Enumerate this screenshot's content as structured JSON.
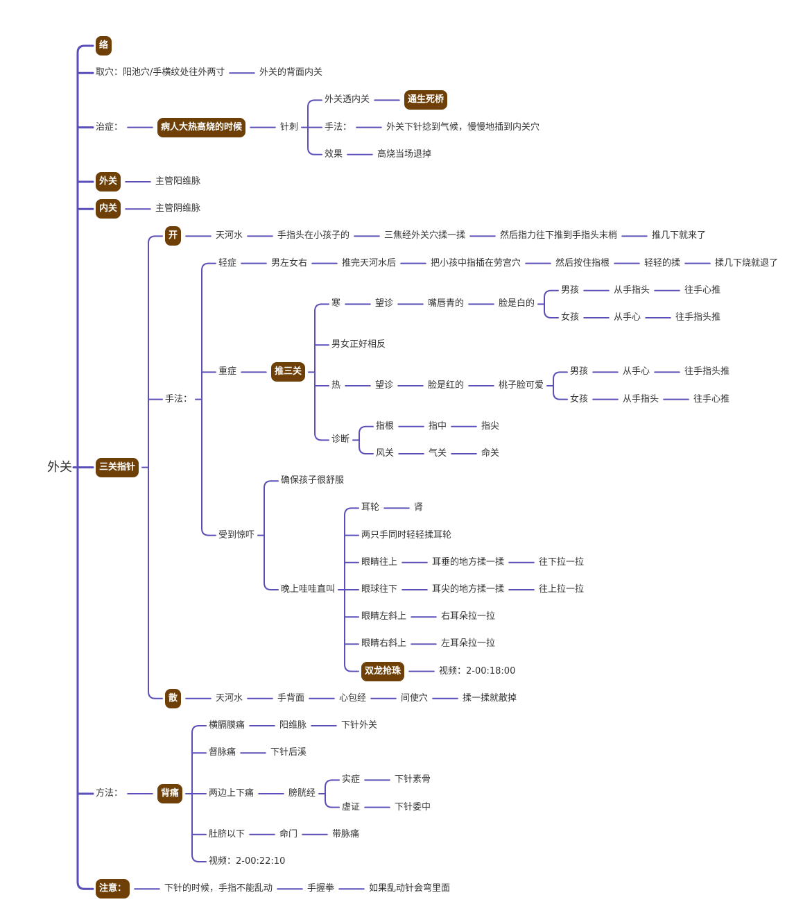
{
  "colors": {
    "line": "#5a4fb8",
    "box_bg": "#6e3f06",
    "box_text": "#ffffff",
    "text": "#333333"
  },
  "mindmap": {
    "text": "外关",
    "style": "root",
    "children": [
      {
        "text": "络",
        "style": "box"
      },
      {
        "text": "取穴：阳池穴/手横纹处往外两寸",
        "children": [
          {
            "text": "外关的背面内关"
          }
        ]
      },
      {
        "text": "治症：",
        "children": [
          {
            "text": "病人大热高烧的时候",
            "style": "box",
            "children": [
              {
                "text": "针刺",
                "children": [
                  {
                    "text": "外关透内关",
                    "children": [
                      {
                        "text": "通生死桥",
                        "style": "box"
                      }
                    ]
                  },
                  {
                    "text": "手法：",
                    "children": [
                      {
                        "text": "外关下针捻到气候，慢慢地插到内关穴"
                      }
                    ]
                  },
                  {
                    "text": "效果",
                    "children": [
                      {
                        "text": "高烧当场退掉"
                      }
                    ]
                  }
                ]
              }
            ]
          }
        ]
      },
      {
        "text": "外关",
        "style": "box",
        "children": [
          {
            "text": "主管阳维脉"
          }
        ]
      },
      {
        "text": "内关",
        "style": "box",
        "children": [
          {
            "text": "主管阴维脉"
          }
        ]
      },
      {
        "text": "三关指针",
        "style": "box",
        "children": [
          {
            "text": "开",
            "style": "box",
            "children": [
              {
                "text": "天河水",
                "children": [
                  {
                    "text": "手指头在小孩子的",
                    "children": [
                      {
                        "text": "三焦经外关穴揉一揉",
                        "children": [
                          {
                            "text": "然后指力往下推到手指头末梢",
                            "children": [
                              {
                                "text": "推几下就来了"
                              }
                            ]
                          }
                        ]
                      }
                    ]
                  }
                ]
              }
            ]
          },
          {
            "text": "手法：",
            "children": [
              {
                "text": "轻症",
                "children": [
                  {
                    "text": "男左女右",
                    "children": [
                      {
                        "text": "推完天河水后",
                        "children": [
                          {
                            "text": "把小孩中指插在劳宫穴",
                            "children": [
                              {
                                "text": "然后按住指根",
                                "children": [
                                  {
                                    "text": "轻轻的揉",
                                    "children": [
                                      {
                                        "text": "揉几下烧就退了"
                                      }
                                    ]
                                  }
                                ]
                              }
                            ]
                          }
                        ]
                      }
                    ]
                  }
                ]
              },
              {
                "text": "重症",
                "children": [
                  {
                    "text": "推三关",
                    "style": "box",
                    "children": [
                      {
                        "text": "寒",
                        "children": [
                          {
                            "text": "望诊",
                            "children": [
                              {
                                "text": "嘴唇青的",
                                "children": [
                                  {
                                    "text": "脸是白的",
                                    "children": [
                                      {
                                        "text": "男孩",
                                        "children": [
                                          {
                                            "text": "从手指头",
                                            "children": [
                                              {
                                                "text": "往手心推"
                                              }
                                            ]
                                          }
                                        ]
                                      },
                                      {
                                        "text": "女孩",
                                        "children": [
                                          {
                                            "text": "从手心",
                                            "children": [
                                              {
                                                "text": "往手指头推"
                                              }
                                            ]
                                          }
                                        ]
                                      }
                                    ]
                                  }
                                ]
                              }
                            ]
                          }
                        ]
                      },
                      {
                        "text": "男女正好相反"
                      },
                      {
                        "text": "热",
                        "children": [
                          {
                            "text": "望诊",
                            "children": [
                              {
                                "text": "脸是红的",
                                "children": [
                                  {
                                    "text": "桃子脸可爱",
                                    "children": [
                                      {
                                        "text": "男孩",
                                        "children": [
                                          {
                                            "text": "从手心",
                                            "children": [
                                              {
                                                "text": "往手指头推"
                                              }
                                            ]
                                          }
                                        ]
                                      },
                                      {
                                        "text": "女孩",
                                        "children": [
                                          {
                                            "text": "从手指头",
                                            "children": [
                                              {
                                                "text": "往手心推"
                                              }
                                            ]
                                          }
                                        ]
                                      }
                                    ]
                                  }
                                ]
                              }
                            ]
                          }
                        ]
                      },
                      {
                        "text": "诊断",
                        "children": [
                          {
                            "text": "指根",
                            "children": [
                              {
                                "text": "指中",
                                "children": [
                                  {
                                    "text": "指尖"
                                  }
                                ]
                              }
                            ]
                          },
                          {
                            "text": "风关",
                            "children": [
                              {
                                "text": "气关",
                                "children": [
                                  {
                                    "text": "命关"
                                  }
                                ]
                              }
                            ]
                          }
                        ]
                      }
                    ]
                  }
                ]
              },
              {
                "text": "受到惊吓",
                "children": [
                  {
                    "text": "确保孩子很舒服"
                  },
                  {
                    "text": "晚上哇哇直叫",
                    "children": [
                      {
                        "text": "耳轮",
                        "children": [
                          {
                            "text": "肾"
                          }
                        ]
                      },
                      {
                        "text": "两只手同时轻轻揉耳轮"
                      },
                      {
                        "text": "眼睛往上",
                        "children": [
                          {
                            "text": "耳垂的地方揉一揉",
                            "children": [
                              {
                                "text": "往下拉一拉"
                              }
                            ]
                          }
                        ]
                      },
                      {
                        "text": "眼球往下",
                        "children": [
                          {
                            "text": "耳尖的地方揉一揉",
                            "children": [
                              {
                                "text": "往上拉一拉"
                              }
                            ]
                          }
                        ]
                      },
                      {
                        "text": "眼睛左斜上",
                        "children": [
                          {
                            "text": "右耳朵拉一拉"
                          }
                        ]
                      },
                      {
                        "text": "眼睛右斜上",
                        "children": [
                          {
                            "text": "左耳朵拉一拉"
                          }
                        ]
                      },
                      {
                        "text": "双龙抢珠",
                        "style": "box",
                        "children": [
                          {
                            "text": "视频：2-00:18:00"
                          }
                        ]
                      }
                    ]
                  }
                ]
              }
            ]
          },
          {
            "text": "散",
            "style": "box",
            "children": [
              {
                "text": "天河水",
                "children": [
                  {
                    "text": "手背面",
                    "children": [
                      {
                        "text": "心包经",
                        "children": [
                          {
                            "text": "间使穴",
                            "children": [
                              {
                                "text": "揉一揉就散掉"
                              }
                            ]
                          }
                        ]
                      }
                    ]
                  }
                ]
              }
            ]
          }
        ]
      },
      {
        "text": "方法：",
        "children": [
          {
            "text": "背痛",
            "style": "box",
            "children": [
              {
                "text": "横膈膜痛",
                "children": [
                  {
                    "text": "阳维脉",
                    "children": [
                      {
                        "text": "下针外关"
                      }
                    ]
                  }
                ]
              },
              {
                "text": "督脉痛",
                "children": [
                  {
                    "text": "下针后溪"
                  }
                ]
              },
              {
                "text": "两边上下痛",
                "children": [
                  {
                    "text": "膀胱经",
                    "children": [
                      {
                        "text": "实症",
                        "children": [
                          {
                            "text": "下针素骨"
                          }
                        ]
                      },
                      {
                        "text": "虚证",
                        "children": [
                          {
                            "text": "下针委中"
                          }
                        ]
                      }
                    ]
                  }
                ]
              },
              {
                "text": "肚脐以下",
                "children": [
                  {
                    "text": "命门",
                    "children": [
                      {
                        "text": "带脉痛"
                      }
                    ]
                  }
                ]
              },
              {
                "text": "视频：2-00:22:10"
              }
            ]
          }
        ]
      },
      {
        "text": "注意：",
        "style": "box",
        "children": [
          {
            "text": "下针的时候，手指不能乱动",
            "children": [
              {
                "text": "手握拳",
                "children": [
                  {
                    "text": "如果乱动针会弯里面"
                  }
                ]
              }
            ]
          }
        ]
      }
    ]
  }
}
